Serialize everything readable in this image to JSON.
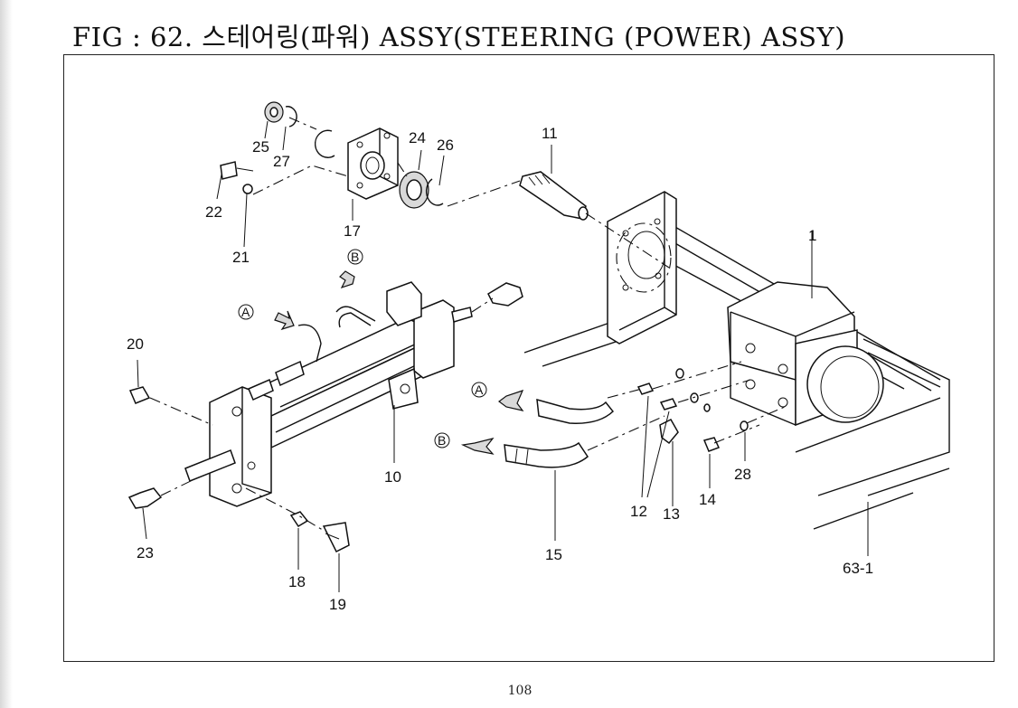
{
  "title": "FIG : 62. 스테어링(파워) ASSY(STEERING (POWER) ASSY)",
  "page_number": "108",
  "part_labels": [
    "25",
    "27",
    "24",
    "26",
    "22",
    "21",
    "17",
    "11",
    "1",
    "20",
    "10",
    "12",
    "13",
    "14",
    "28",
    "15",
    "23",
    "18",
    "19",
    "63-1"
  ],
  "markers": [
    "A",
    "B"
  ]
}
